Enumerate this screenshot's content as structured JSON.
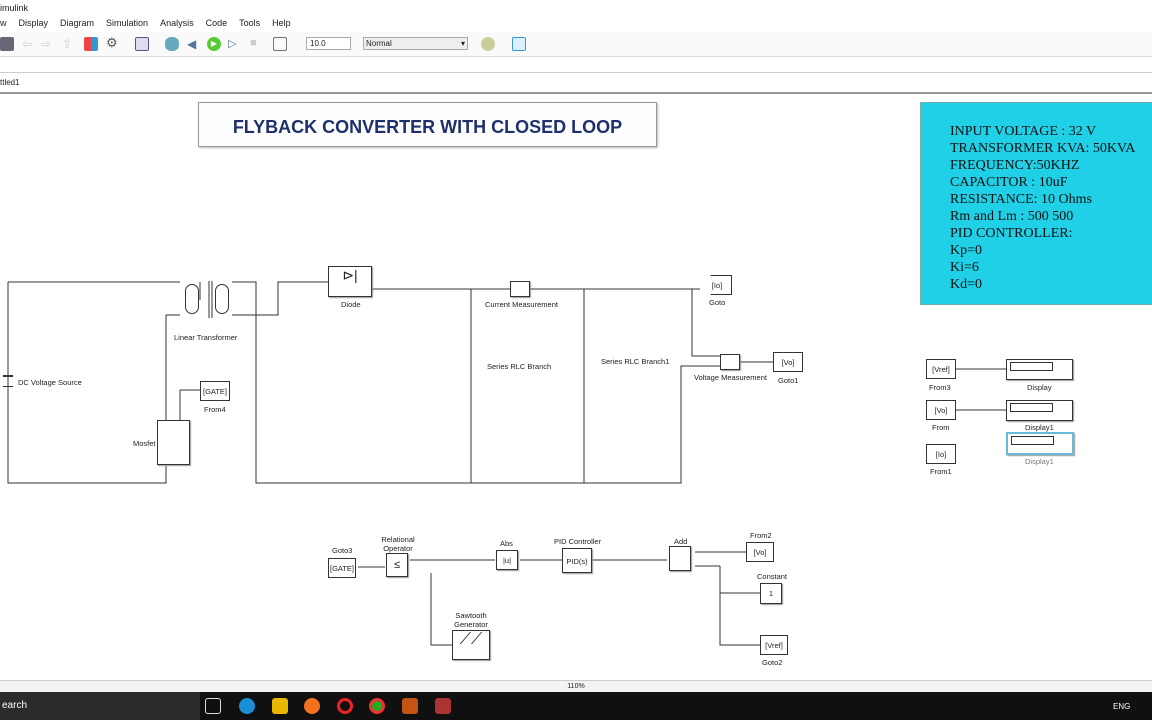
{
  "window": {
    "title": "imulink"
  },
  "menu": [
    "w",
    "Display",
    "Diagram",
    "Simulation",
    "Analysis",
    "Code",
    "Tools",
    "Help"
  ],
  "toolbar": {
    "stop_time": "10.0",
    "sim_mode": "Normal"
  },
  "breadcrumb": "ttled1",
  "diagram": {
    "title": "FLYBACK CONVERTER WITH CLOSED LOOP",
    "info": [
      "INPUT VOLTAGE : 32 V",
      "TRANSFORMER KVA: 50KVA",
      "FREQUENCY:50KHZ",
      "CAPACITOR : 10uF",
      "RESISTANCE: 10 Ohms",
      "Rm and Lm : 500 500",
      "PID CONTROLLER:",
      "Kp=0",
      "Ki=6",
      "Kd=0"
    ],
    "blocks": {
      "dc_source": "DC Voltage Source",
      "transformer": "Linear Transformer",
      "diode": "Diode",
      "current_meas": "Current Measurement",
      "goto": "Goto",
      "goto_tag": "[Io]",
      "rlc1": "Series RLC Branch",
      "rlc2": "Series RLC Branch1",
      "voltage_meas": "Voltage Measurement",
      "goto1": "Goto1",
      "goto1_tag": "[Vo]",
      "from4": "From4",
      "from4_tag": "[GATE]",
      "mosfet": "Mosfet",
      "from3": "From3",
      "from3_tag": "[Vref]",
      "display": "Display",
      "from": "From",
      "from_tag": "[Vo]",
      "display1": "Display1",
      "from1": "From1",
      "from1_tag": "[Io]",
      "display1b": "Display1",
      "goto3": "Goto3",
      "goto3_tag": "[GATE]",
      "relop": "Relational Operator",
      "relop_sym": "≤",
      "abs": "Abs",
      "abs_sym": "|u|",
      "pid": "PID Controller",
      "pid_sym": "PID(s)",
      "add": "Add",
      "from2": "From2",
      "from2_tag": "[Vo]",
      "constant": "Constant",
      "constant_val": "1",
      "goto2": "Goto2",
      "goto2_tag": "[Vref]",
      "sawtooth": "Sawtooth Generator"
    }
  },
  "status": {
    "zoom": "110%"
  },
  "taskbar": {
    "search": "earch",
    "lang": "ENG"
  }
}
